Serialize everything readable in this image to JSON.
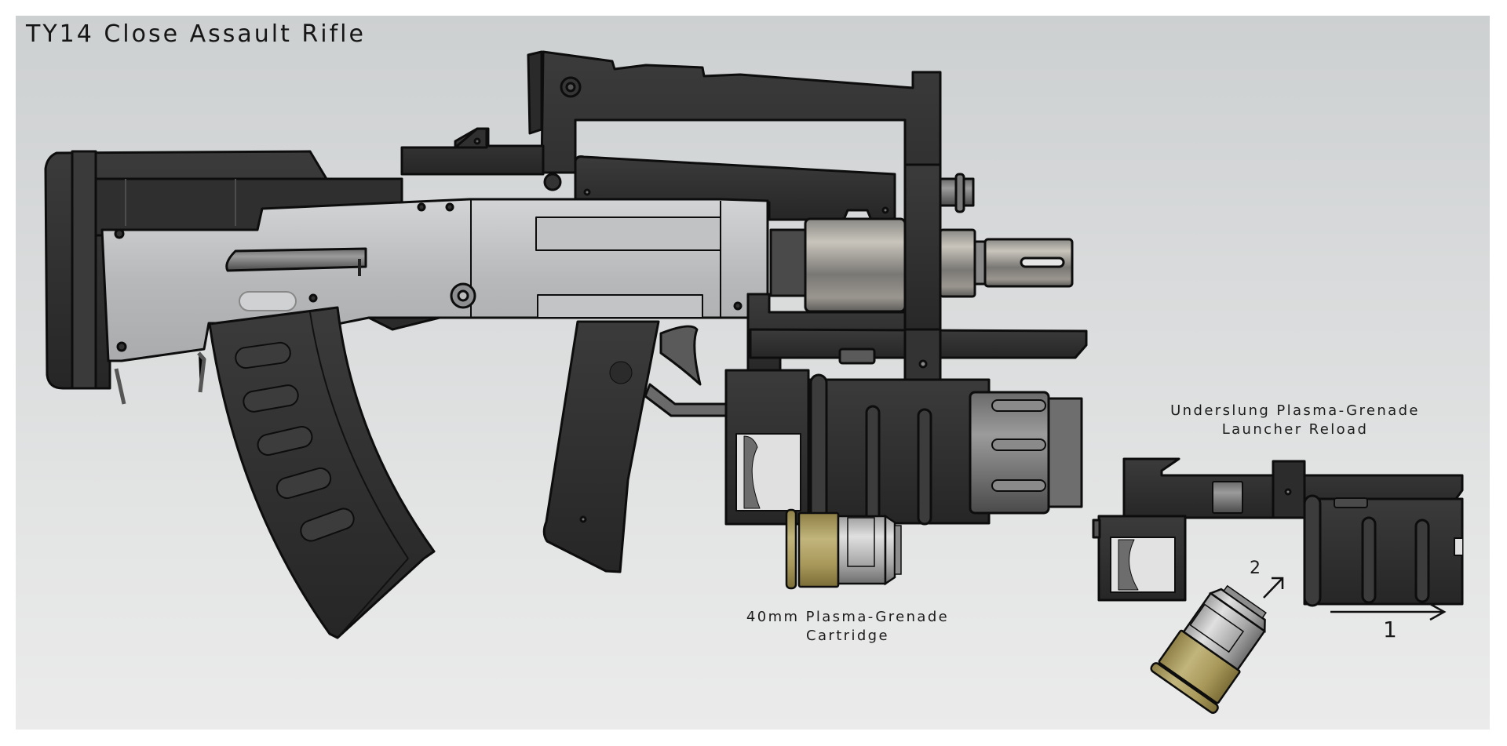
{
  "sheet": {
    "title": "TY14 Close Assault Rifle",
    "background_top": "#cdd0d1",
    "background_bottom": "#ebebeb"
  },
  "illustrations": {
    "rifle": {
      "label": "TY14 Close Assault Rifle side view",
      "parts": [
        "stock",
        "receiver",
        "carry-handle",
        "handguard",
        "barrel",
        "muzzle-device",
        "magazine",
        "pistol-grip",
        "trigger",
        "underslung-launcher"
      ]
    },
    "cartridge": {
      "caption_line1": "40mm Plasma-Grenade",
      "caption_line2": "Cartridge"
    },
    "reload_diagram": {
      "caption_line1": "Underslung Plasma-Grenade",
      "caption_line2": "Launcher Reload",
      "step1_label": "1",
      "step2_label": "2"
    }
  },
  "colors": {
    "polymer": "#2e2e2e",
    "polymer_light": "#3a3a3a",
    "steel": "#b9bbbd",
    "steel_light": "#cfd1d2",
    "brass": "#a99a5c",
    "outline": "#0d0d0d"
  }
}
